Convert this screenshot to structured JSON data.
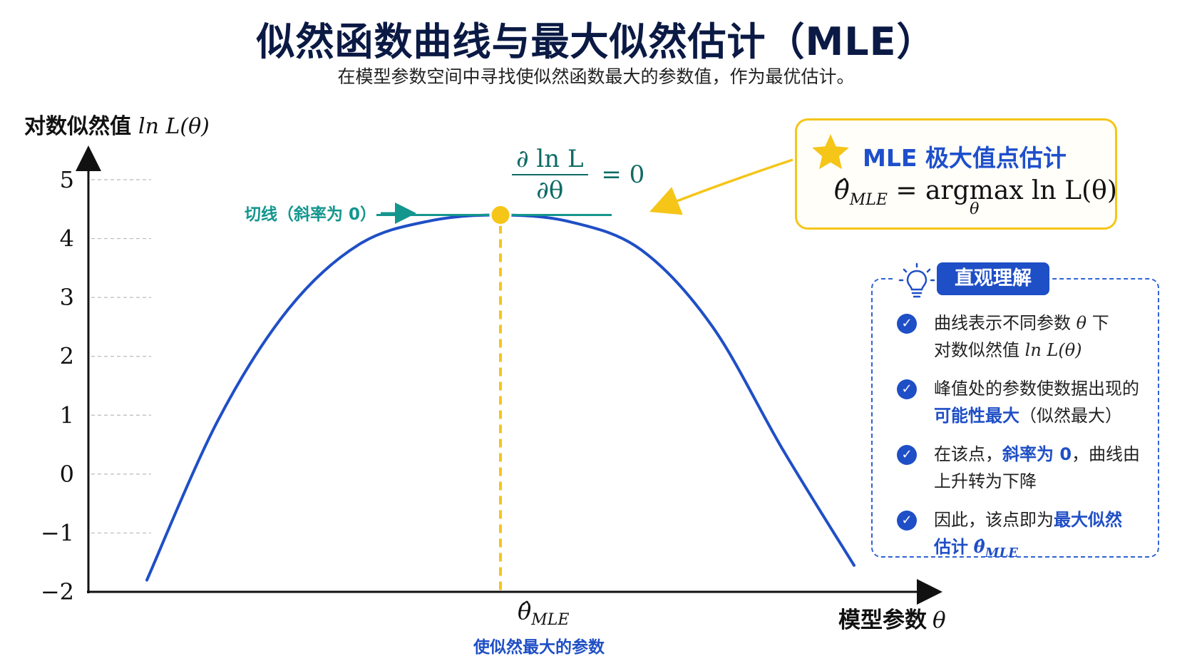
{
  "title": "似然函数曲线与最大似然估计（MLE）",
  "subtitle": "在模型参数空间中寻找使似然函数最大的参数值，作为最优估计。",
  "axes": {
    "y_title": "对数似然值",
    "y_math": "ln L(θ)",
    "x_title": "模型参数",
    "x_math": "θ",
    "y_ticks": [
      "5",
      "4",
      "3",
      "2",
      "1",
      "0",
      "−1",
      "−2"
    ]
  },
  "tangent_label": "切线（斜率为 0）",
  "derivative": {
    "numerator": "∂ ln L",
    "denominator": "∂θ",
    "rhs": "= 0"
  },
  "theta_mle": {
    "symbol": "θ̂",
    "sub": "MLE"
  },
  "param_caption": "使似然最大的参数",
  "mle_box": {
    "title": "MLE 极大值点估计",
    "formula_lhs": "θ̂",
    "formula_sub": "MLE",
    "formula_eq": "=",
    "formula_op": "argmax",
    "formula_op_sub": "θ",
    "formula_rhs": "ln L(θ)"
  },
  "intuition": {
    "badge": "直观理解",
    "b1_text": "曲线表示不同参数",
    "b1_math": "θ",
    "b1_text2": "下",
    "b1_line2": "对数似然值",
    "b1_math2": "ln L(θ)",
    "b2_text": "峰值处的参数使数据出现的",
    "b2_hl": "可能性最大",
    "b2_text2": "（似然最大）",
    "b3_text": "在该点，",
    "b3_hl": "斜率为 0",
    "b3_text2": "，曲线由",
    "b3_line2": "上升转为下降",
    "b4_text": "因此，该点即为",
    "b4_hl": "最大似然",
    "b4_hl2": "估计",
    "b4_math": "θ̂",
    "b4_math_sub": "MLE"
  },
  "colors": {
    "curve": "#1f4fc6",
    "tangent": "#13968e",
    "peak": "#f5c518",
    "vline": "#f5c518",
    "axis": "#111111",
    "grid": "#bbbbbb"
  },
  "chart_data": {
    "type": "line",
    "y_range": [
      -2,
      5
    ],
    "x_range": [
      0,
      1
    ],
    "peak": {
      "x": 0.5,
      "y": 4.4
    },
    "curve": {
      "x": [
        0.0,
        0.1,
        0.2,
        0.3,
        0.4,
        0.5,
        0.6,
        0.7,
        0.8,
        0.9,
        1.0
      ],
      "y": [
        -1.8,
        0.9,
        2.8,
        3.9,
        4.3,
        4.4,
        4.28,
        3.8,
        2.5,
        0.4,
        -1.55
      ]
    }
  }
}
